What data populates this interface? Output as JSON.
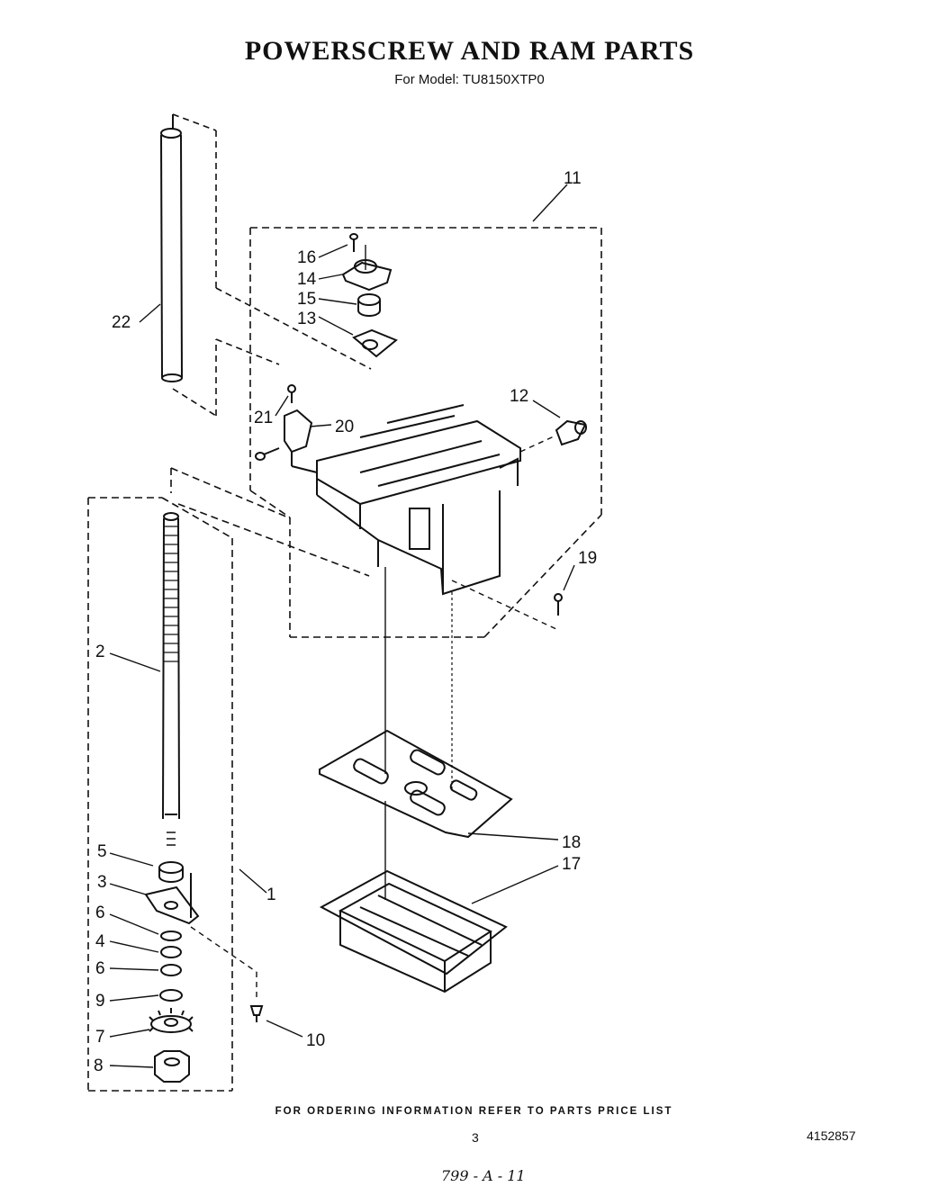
{
  "header": {
    "title": "POWERSCREW AND RAM PARTS",
    "subtitle": "For Model: TU8150XTP0"
  },
  "callouts": {
    "c1": "1",
    "c2": "2",
    "c3": "3",
    "c4": "4",
    "c5": "5",
    "c6a": "6",
    "c6b": "6",
    "c7": "7",
    "c8": "8",
    "c9": "9",
    "c10": "10",
    "c11": "11",
    "c12": "12",
    "c13": "13",
    "c14": "14",
    "c15": "15",
    "c16": "16",
    "c17": "17",
    "c18": "18",
    "c19": "19",
    "c20": "20",
    "c21": "21",
    "c22": "22"
  },
  "footer": {
    "ordering_note": "FOR ORDERING INFORMATION REFER TO PARTS PRICE LIST",
    "page_number": "3",
    "document_number": "4152857",
    "handwritten_code": "799 - A - 11"
  }
}
